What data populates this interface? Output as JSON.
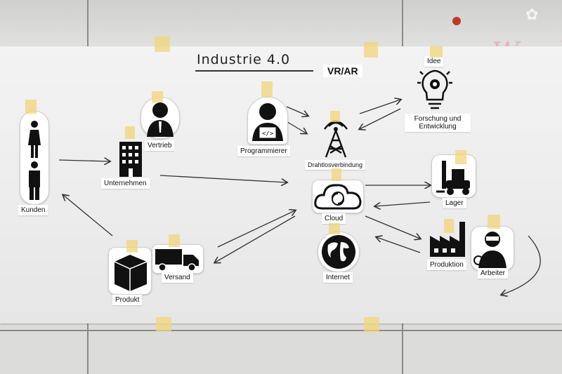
{
  "board": {
    "title": "Industrie 4.0",
    "vrar": "VR/AR",
    "wall_text": "Wand"
  },
  "nodes": {
    "kunden": "Kunden",
    "vertrieb": "Vertrieb",
    "unternehmen": "Unternehmen",
    "programmierer": "Programmierer",
    "drahtlos": "Drahtlosverbindung",
    "idee": "Idee",
    "forschung": "Forschung und Entwicklung",
    "lager": "Lager",
    "cloud": "Cloud",
    "produktion": "Produktion",
    "arbeiter": "Arbeiter",
    "internet": "Internet",
    "versand": "Versand",
    "produkt": "Produkt"
  },
  "icons": [
    "people-icon",
    "businessman-icon",
    "office-building-icon",
    "programmer-icon",
    "wireless-tower-icon",
    "lightbulb-icon",
    "forklift-icon",
    "cloud-sync-icon",
    "factory-icon",
    "worker-icon",
    "globe-icon",
    "truck-icon",
    "box-icon"
  ],
  "colors": {
    "board": "#efefef",
    "tape": "#f0d678",
    "ink": "#111111",
    "wall_logo": "#c0392b"
  }
}
